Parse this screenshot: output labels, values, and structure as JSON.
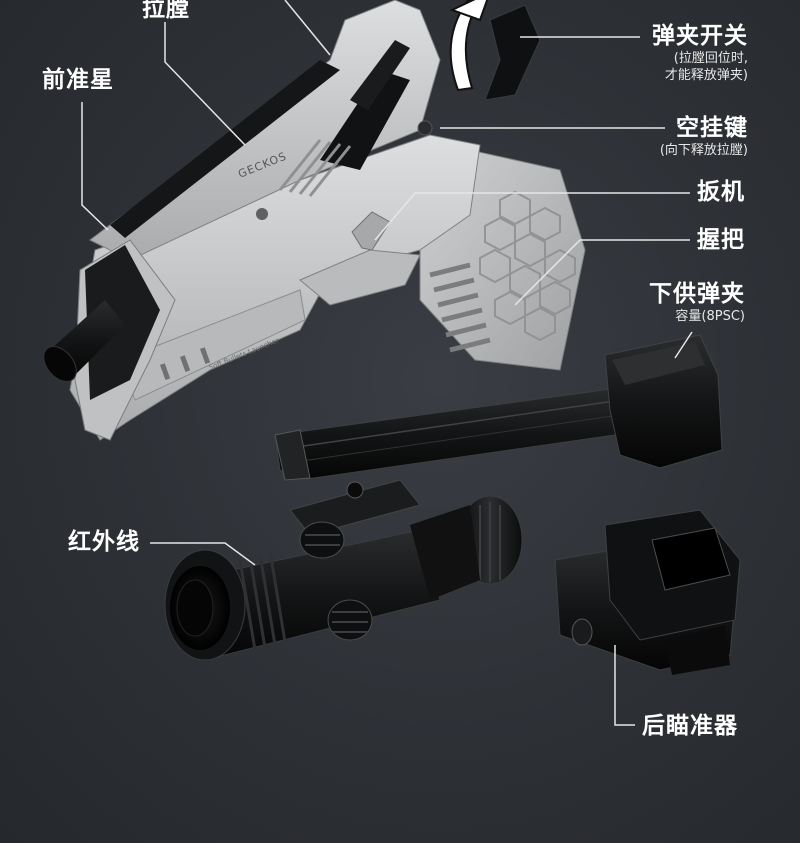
{
  "labels": {
    "slide": "拉膛",
    "front_sight": "前准星",
    "mag_release": "弹夹开关",
    "mag_release_note_1": "(拉膛回位时,",
    "mag_release_note_2": "才能释放弹夹)",
    "slide_stop": "空挂键",
    "slide_stop_note": "(向下释放拉膛)",
    "trigger": "扳机",
    "grip": "握把",
    "magazine": "下供弹夹",
    "magazine_capacity": "容量(8PSC)",
    "laser": "红外线",
    "red_dot": "后瞄准器"
  },
  "engravings": {
    "brand": "GECKOS",
    "side_text": "Soft Bullets Launcher"
  },
  "colors": {
    "background": "#2d3035",
    "gun_body": "#c9cbcc",
    "gun_shadow": "#9a9c9e",
    "accessory_black": "#121314",
    "callout_text": "#ffffff",
    "leader_line": "#e6e6e6"
  }
}
